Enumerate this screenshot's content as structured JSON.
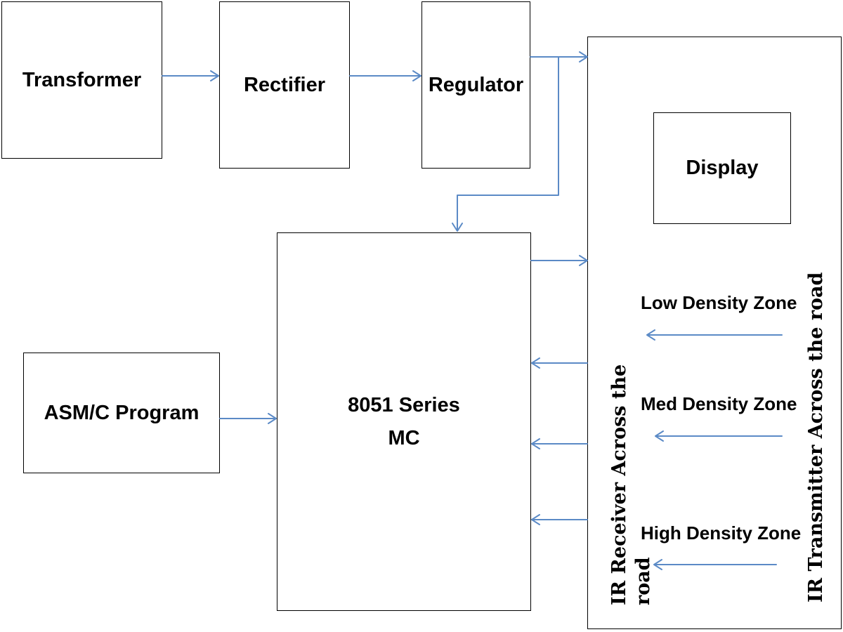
{
  "blocks": {
    "transformer": "Transformer",
    "rectifier": "Rectifier",
    "regulator": "Regulator",
    "display": "Display",
    "mc_line1": "8051 Series",
    "mc_line2": "MC",
    "program": "ASM/C Program"
  },
  "zones": {
    "low": "Low Density Zone",
    "med": "Med Density Zone",
    "high": "High Density Zone"
  },
  "side_labels": {
    "transmitter": "IR Transmitter Across the road",
    "receiver_line1": "IR Receiver  Across the",
    "receiver_line2": "road"
  },
  "colors": {
    "arrow": "#5b8ac6",
    "border": "#000000"
  }
}
